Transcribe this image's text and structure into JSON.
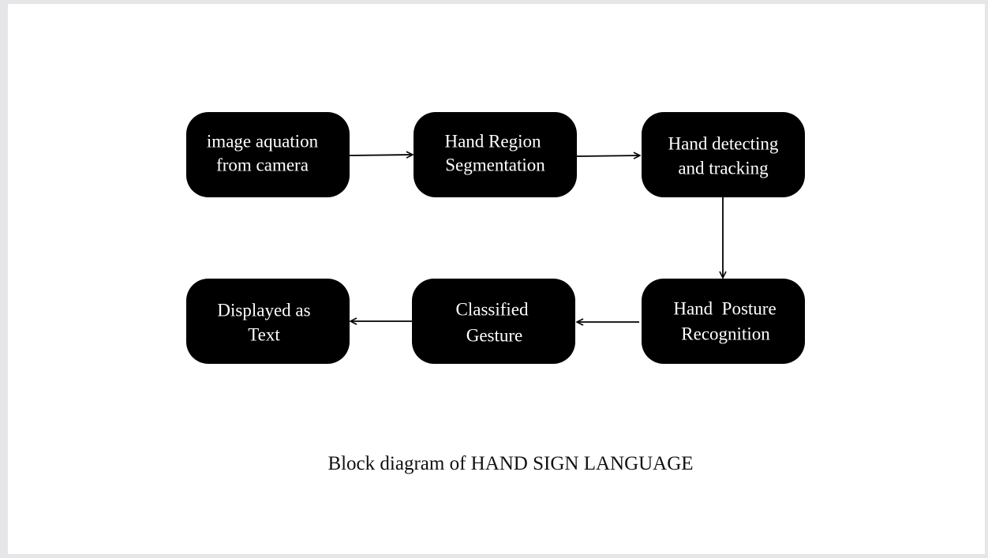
{
  "diagram": {
    "caption": "Block diagram of HAND SIGN LANGUAGE",
    "nodes": [
      {
        "id": "acquisition",
        "lines": [
          "image aquation",
          "from camera"
        ]
      },
      {
        "id": "segmentation",
        "lines": [
          "Hand Region",
          "Segmentation"
        ]
      },
      {
        "id": "detection",
        "lines": [
          "Hand detecting",
          "and tracking"
        ]
      },
      {
        "id": "posture",
        "lines": [
          "Hand  Posture",
          "Recognition"
        ]
      },
      {
        "id": "gesture",
        "lines": [
          "Classified",
          "Gesture"
        ]
      },
      {
        "id": "display",
        "lines": [
          "Displayed as",
          "Text"
        ]
      }
    ],
    "edges": [
      {
        "from": "acquisition",
        "to": "segmentation"
      },
      {
        "from": "segmentation",
        "to": "detection"
      },
      {
        "from": "detection",
        "to": "posture"
      },
      {
        "from": "posture",
        "to": "gesture"
      },
      {
        "from": "gesture",
        "to": "display"
      }
    ],
    "colors": {
      "node_fill": "#000000",
      "node_text": "#ffffff",
      "edge": "#000000",
      "page_background": "#ffffff",
      "frame_background": "#e6e6e9"
    }
  }
}
